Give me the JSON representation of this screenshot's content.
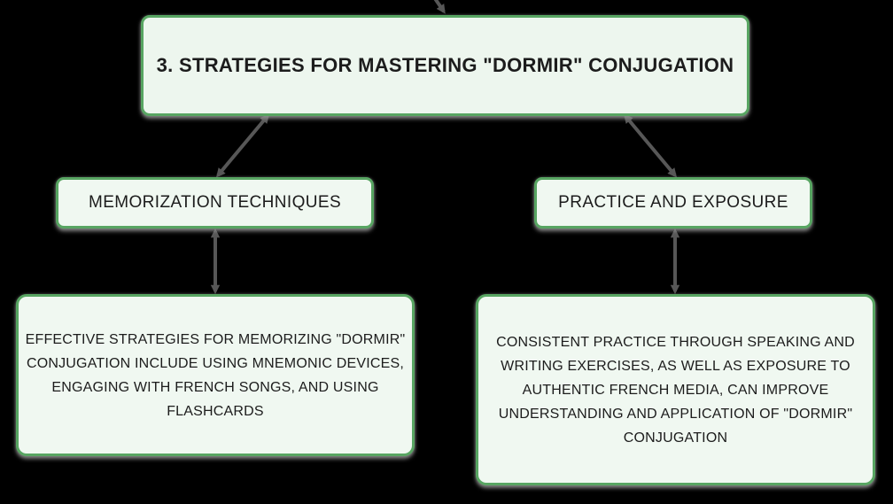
{
  "colors": {
    "background": "#000000",
    "node_fill": "#f0f8f1",
    "node_border_green": "#58a562",
    "text": "#1c1c1c",
    "connector_gray": "#575757"
  },
  "diagram": {
    "root": {
      "label": "3. STRATEGIES FOR MASTERING \"DORMIR\" CONJUGATION"
    },
    "branches": [
      {
        "label": "MEMORIZATION TECHNIQUES",
        "detail": "EFFECTIVE STRATEGIES FOR MEMORIZING \"DORMIR\" CONJUGATION INCLUDE USING MNEMONIC DEVICES, ENGAGING WITH FRENCH SONGS, AND USING FLASHCARDS"
      },
      {
        "label": "PRACTICE AND EXPOSURE",
        "detail": "CONSISTENT PRACTICE THROUGH SPEAKING AND WRITING EXERCISES, AS WELL AS EXPOSURE TO AUTHENTIC FRENCH MEDIA, CAN IMPROVE UNDERSTANDING AND APPLICATION OF \"DORMIR\" CONJUGATION"
      }
    ],
    "connector_arrow_icon": "arrowhead-icon"
  }
}
